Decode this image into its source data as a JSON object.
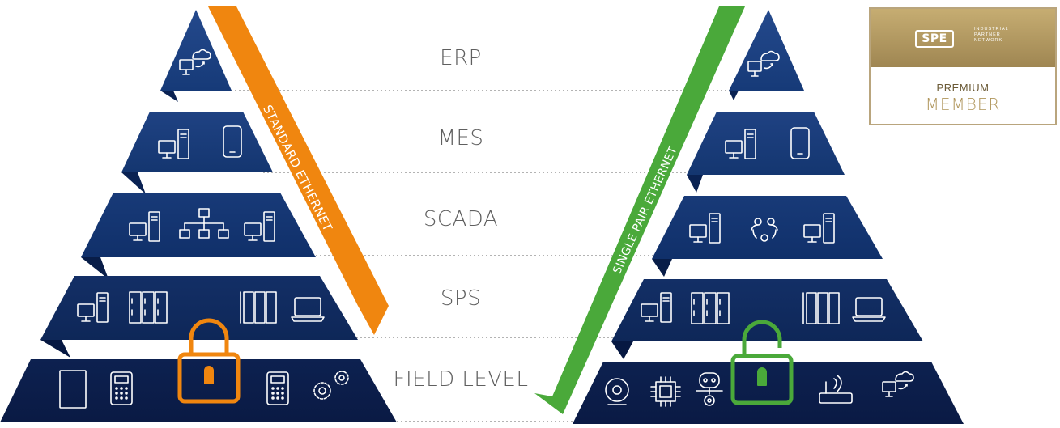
{
  "levels": [
    {
      "label": "ERP"
    },
    {
      "label": "MES"
    },
    {
      "label": "SCADA"
    },
    {
      "label": "SPS"
    },
    {
      "label": "FIELD LEVEL"
    }
  ],
  "bands": {
    "left_label": "STANDARD ETHERNET",
    "right_label": "SINGLE PAIR ETHERNET",
    "left_color": "#f0860f",
    "right_color": "#4aa93a"
  },
  "colors": {
    "tier_light": "#1d3f7f",
    "tier_dark": "#0a1a46",
    "icon": "#ffffff",
    "lock_closed": "#f0860f",
    "lock_open": "#4aa93a",
    "gold": "#b0965c"
  },
  "badge": {
    "logo": "SPE",
    "sub_lines": [
      "INDUSTRIAL",
      "PARTNER",
      "NETWORK"
    ],
    "premium": "PREMIUM",
    "member": "MEMBER"
  },
  "icons": {
    "left": [
      "cloud-computer-icon",
      "desktop-tower-icon",
      "smartphone-icon",
      "network-topology-icon",
      "plc-module-icon",
      "laptop-icon",
      "tablet-icon",
      "calculator-icon",
      "gears-icon"
    ],
    "right": [
      "cloud-computer-icon",
      "desktop-tower-icon",
      "smartphone-icon",
      "users-sync-icon",
      "plc-module-icon",
      "laptop-icon",
      "webcam-icon",
      "chip-icon",
      "robot-icon",
      "router-icon"
    ],
    "locks": [
      "padlock-closed-icon",
      "padlock-open-icon"
    ]
  }
}
